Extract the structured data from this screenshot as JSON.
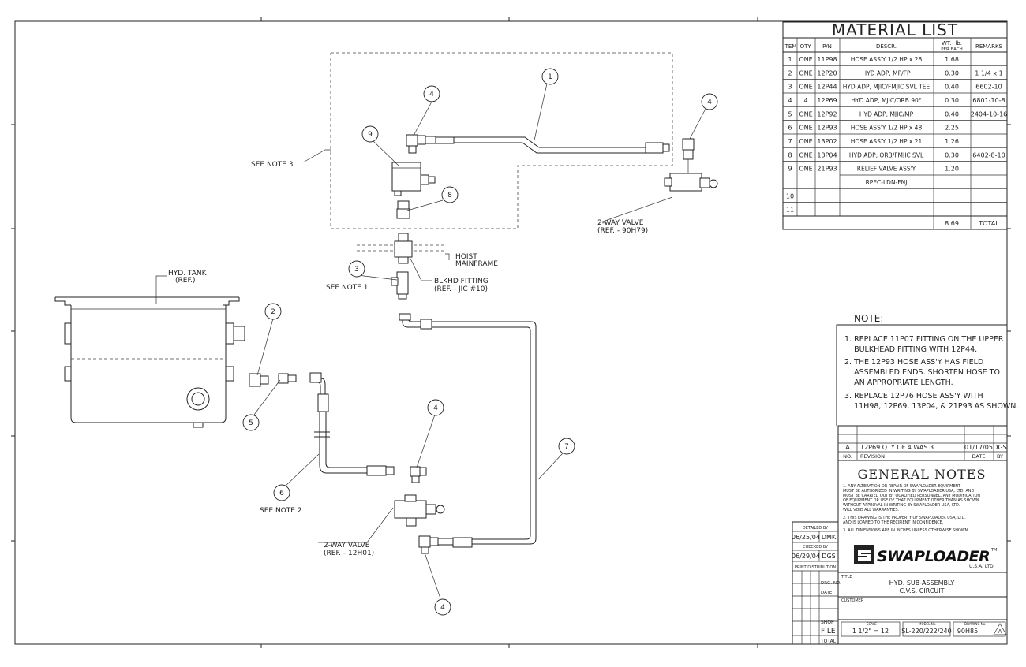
{
  "material_list": {
    "title": "MATERIAL LIST",
    "headers": [
      "ITEM",
      "QTY.",
      "P/N",
      "DESCR.",
      "WT.- lb.",
      "PER EACH",
      "REMARKS"
    ],
    "rows": [
      {
        "item": "1",
        "qty": "ONE",
        "pn": "11P98",
        "desc": "HOSE ASS'Y 1/2 HP x 28",
        "wt": "1.68",
        "remarks": ""
      },
      {
        "item": "2",
        "qty": "ONE",
        "pn": "12P20",
        "desc": "HYD ADP, MP/FP",
        "wt": "0.30",
        "remarks": "1 1/4 x 1"
      },
      {
        "item": "3",
        "qty": "ONE",
        "pn": "12P44",
        "desc": "HYD ADP, MJIC/FMJIC SVL TEE",
        "wt": "0.40",
        "remarks": "6602-10"
      },
      {
        "item": "4",
        "qty": "4",
        "pn": "12P69",
        "desc": "HYD ADP, MJIC/ORB 90°",
        "wt": "0.30",
        "remarks": "6801-10-8"
      },
      {
        "item": "5",
        "qty": "ONE",
        "pn": "12P92",
        "desc": "HYD ADP, MJIC/MP",
        "wt": "0.40",
        "remarks": "2404-10-16"
      },
      {
        "item": "6",
        "qty": "ONE",
        "pn": "12P93",
        "desc": "HOSE ASS'Y 1/2 HP x 48",
        "wt": "2.25",
        "remarks": ""
      },
      {
        "item": "7",
        "qty": "ONE",
        "pn": "13P02",
        "desc": "HOSE ASS'Y 1/2 HP x 21",
        "wt": "1.26",
        "remarks": ""
      },
      {
        "item": "8",
        "qty": "ONE",
        "pn": "13P04",
        "desc": "HYD ADP, ORB/FMJIC SVL",
        "wt": "0.30",
        "remarks": "6402-8-10"
      },
      {
        "item": "9",
        "qty": "ONE",
        "pn": "21P93",
        "desc": "RELIEF VALVE ASS'Y",
        "wt": "1.20",
        "remarks": ""
      },
      {
        "item": "",
        "qty": "",
        "pn": "",
        "desc": "RPEC-LDN-FNJ",
        "wt": "",
        "remarks": ""
      },
      {
        "item": "10",
        "qty": "",
        "pn": "",
        "desc": "",
        "wt": "",
        "remarks": ""
      },
      {
        "item": "11",
        "qty": "",
        "pn": "",
        "desc": "",
        "wt": "",
        "remarks": ""
      }
    ],
    "total_weight": "8.69",
    "total_label": "TOTAL"
  },
  "notes": {
    "title": "NOTE:",
    "lines": [
      "1. REPLACE 11P07 FITTING ON THE UPPER",
      "    BULKHEAD FITTING WITH 12P44.",
      "2. THE 12P93 HOSE ASS'Y HAS FIELD",
      "    ASSEMBLED ENDS. SHORTEN HOSE TO",
      "    AN APPROPRIATE LENGTH.",
      "3. REPLACE 12P76 HOSE ASS'Y WITH",
      "    11H98, 12P69, 13P04, & 21P93 AS SHOWN."
    ]
  },
  "revision": {
    "letter": "A",
    "text": "12P69 QTY OF 4 WAS 3",
    "date": "01/17/05",
    "by": "DGS",
    "col_no": "NO.",
    "col_rev": "REVISION",
    "col_date": "DATE",
    "col_by": "BY"
  },
  "general_notes": {
    "title": "GENERAL NOTES",
    "lines": [
      "1. ANY ALTERATION OR REPAIR OF SWAPLOADER EQUIPMENT",
      "MUST BE AUTHORIZED IN WRITING BY SWAPLOADER USA, LTD. AND",
      "MUST BE CARRIED OUT BY QUALIFIED PERSONNEL. ANY MODIFICATION",
      "OF EQUIPMENT OR USE OF THAT EQUIPMENT OTHER THAN AS SHOWN",
      "WITHOUT APPROVAL IN WRITING BY SWAPLOADER USA, LTD.",
      "WILL VOID ALL WARRANTIES.",
      "2. THIS DRAWING IS THE PROPERTY OF SWAPLOADER USA, LTD.",
      "AND IS LOANED TO THE RECIPIENT IN CONFIDENCE.",
      "3. ALL DIMENSIONS ARE IN INCHES UNLESS OTHERWISE SHOWN."
    ]
  },
  "title_block": {
    "detailed_by_label": "DETAILED BY",
    "detailed_date": "06/25/04",
    "detailed_by": "DMK",
    "checked_by_label": "CHECKED BY",
    "checked_date": "06/29/04",
    "checked_by": "DGS",
    "print_distribution": "PRINT DISTRIBUTION",
    "dwg_no": "DRG. NO.",
    "date": "DATE",
    "shop": "SHOP",
    "file": "FILE",
    "total": "TOTAL",
    "logo": "SWAPLOADER",
    "logo_tm": "TM",
    "logo_sub": "U.S.A.   LTD.",
    "title_label": "TITLE",
    "title_line1": "HYD. SUB-ASSEMBLY",
    "title_line2": "C.V.S. CIRCUIT",
    "customer_label": "CUSTOMER",
    "scale_label": "SCALE",
    "scale": "1 1/2\" = 12",
    "model_label": "MODEL No.",
    "model": "SL-220/222/240",
    "drawing_label": "DRAWING No.",
    "drawing": "90H85",
    "rev": "A"
  },
  "labels": {
    "see_note_3": "SEE NOTE 3",
    "see_note_1": "SEE NOTE 1",
    "see_note_2": "SEE NOTE 2",
    "hyd_tank": "HYD. TANK",
    "hyd_tank_ref": "(REF.)",
    "hoist_1": "HOIST",
    "hoist_2": "MAINFRAME",
    "blkhd_1": "BLKHD FITTING",
    "blkhd_2": "(REF. - JIC #10)",
    "valve_top_1": "2-WAY VALVE",
    "valve_top_2": "(REF. - 90H79)",
    "valve_bot_1": "2-WAY VALVE",
    "valve_bot_2": "(REF. - 12H01)",
    "b1": "1",
    "b2": "2",
    "b3": "3",
    "b4": "4",
    "b5": "5",
    "b6": "6",
    "b7": "7",
    "b8": "8",
    "b9": "9"
  }
}
